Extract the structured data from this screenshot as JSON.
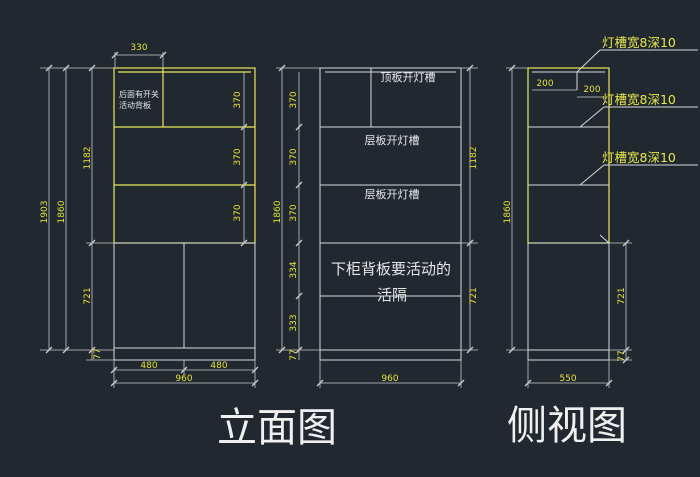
{
  "titles": {
    "front": "立面图",
    "side": "侧视图"
  },
  "front": {
    "notes": {
      "switch_line1": "后面有开关",
      "switch_line2": "活动背板"
    },
    "dims": {
      "top_width": "330",
      "total_height_outer": "1903",
      "total_height_inner": "1860",
      "upper_height": "1182",
      "lower_height": "721",
      "base_height": "77",
      "shelf1": "370",
      "shelf2": "370",
      "shelf3": "370",
      "door_left": "480",
      "door_right": "480",
      "total_width": "960"
    }
  },
  "middle": {
    "notes": {
      "top_slot": "顶板开灯槽",
      "shelf_slot_1": "层板开灯槽",
      "shelf_slot_2": "层板开灯槽",
      "lower_back_line1": "下柜背板要活动的",
      "lower_back_line2": "活隔"
    },
    "dims": {
      "h_370a": "370",
      "h_370b": "370",
      "h_370c": "370",
      "h_334": "334",
      "h_333": "333",
      "h_77": "77",
      "total_height": "1860",
      "upper_right": "1182",
      "lower_right": "721",
      "total_width": "960"
    }
  },
  "side": {
    "labels": {
      "slot_1": "灯槽宽8深10",
      "slot_2": "灯槽宽8深10",
      "slot_3": "灯槽宽8深10"
    },
    "dims": {
      "w_200a": "200",
      "w_200b": "200",
      "total_height": "1860",
      "lower_height": "721",
      "base_height": "77",
      "depth": "550"
    }
  }
}
